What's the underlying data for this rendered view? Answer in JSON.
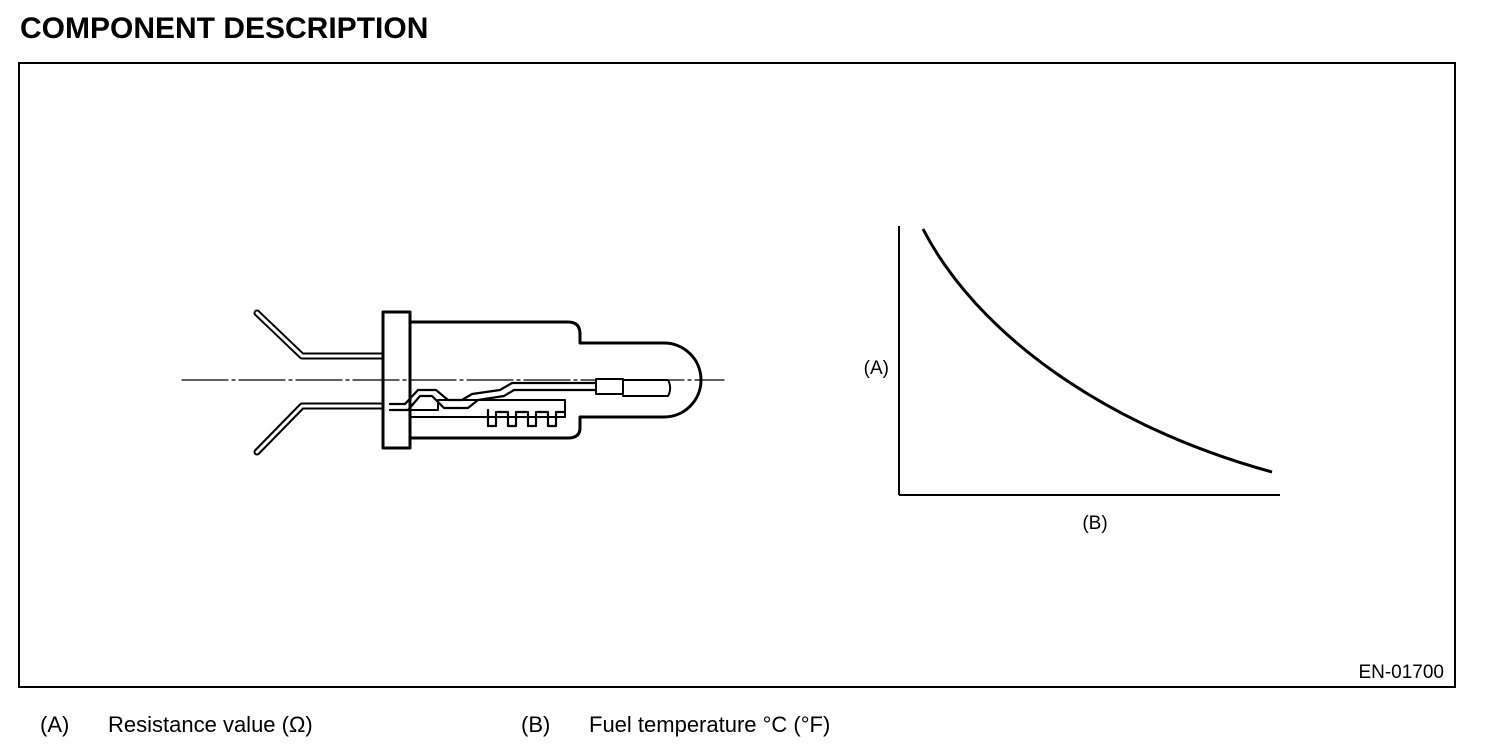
{
  "page": {
    "title": "COMPONENT DESCRIPTION"
  },
  "figure": {
    "id": "EN-01700",
    "graph": {
      "y_axis_label": "(A)",
      "x_axis_label": "(B)"
    }
  },
  "legend": [
    {
      "key": "(A)",
      "text": "Resistance value (Ω)"
    },
    {
      "key": "(B)",
      "text": "Fuel temperature °C (°F)"
    }
  ],
  "colors": {
    "ink": "#000000",
    "paper": "#ffffff"
  }
}
